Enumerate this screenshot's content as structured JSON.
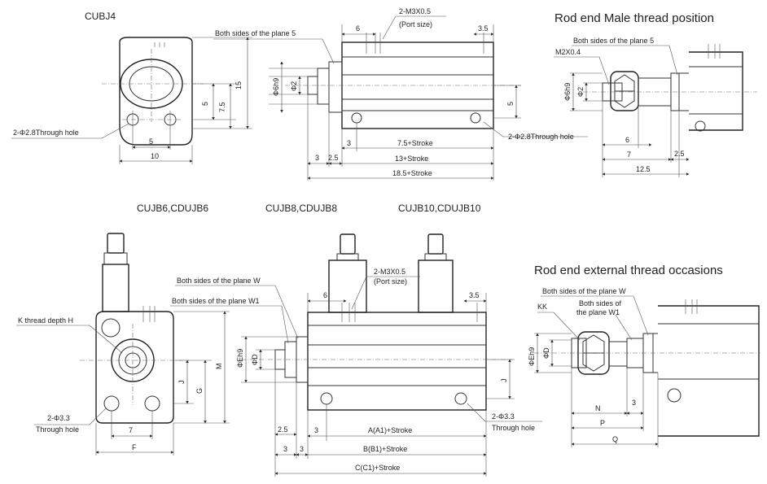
{
  "titles": {
    "cubj4": "CUBJ4",
    "male_thread": "Rod end Male thread position",
    "cujb6": "CUJB6,CDUJB6",
    "cujb8": "CUJB8,CDUJB8",
    "cujb10": "CUJB10,CDUJB10",
    "external_thread": "Rod end external thread occasions"
  },
  "labels": {
    "through_hole_28": "2-Φ2.8Through hole",
    "through_hole_28_right": "2-Φ2.8Through hole",
    "plane5": "Both sides of the plane 5",
    "plane5_right": "Both sides of the plane 5",
    "port_m3": "2-M3X0.5",
    "port_size": "(Port size)",
    "port_m3_b": "2-M3X0.5",
    "port_size_b": "(Port size)",
    "m2": "M2X0.4",
    "k_thread": "K thread depth H",
    "hole33_a": "2-Φ3.3",
    "through_a": "Through hole",
    "hole33_b": "2-Φ3.3",
    "through_b": "Through hole",
    "plane_w": "Both sides of the plane W",
    "plane_w1": "Both sides of the plane W1",
    "plane_w_r": "Both sides of the plane W",
    "plane_w1_r1": "Both sides of",
    "plane_w1_r2": "the plane W1",
    "kk": "KK"
  },
  "dims": {
    "d15": "15",
    "d75": "7.5",
    "d5v": "5",
    "d5h": "5",
    "d10": "10",
    "d6": "6",
    "d35": "3.5",
    "phi6h9": "Φ6h9",
    "phi2": "Φ2",
    "d5r": "5",
    "d3": "3",
    "d25": "2.5",
    "d3s": "3",
    "stroke75": "7.5+Stroke",
    "stroke13": "13+Stroke",
    "stroke185": "18.5+Stroke",
    "m_phi6h9": "Φ6h9",
    "m_phi2": "Φ2",
    "m6": "6",
    "m7": "7",
    "m25": "2.5",
    "m125": "12.5",
    "b_m": "M",
    "b_g": "G",
    "b_j": "J",
    "b_7": "7",
    "b_f": "F",
    "c_6": "6",
    "c_35": "3.5",
    "c_phieh9": "ΦEh9",
    "c_phid": "ΦD",
    "c_j": "J",
    "c_25": "2.5",
    "c_3": "3",
    "c_3a": "3",
    "c_3b": "3",
    "c_a": "A(A1)+Stroke",
    "c_b": "B(B1)+Stroke",
    "c_c": "C(C1)+Stroke",
    "e_phieh9": "ΦEh9",
    "e_phid": "ΦD",
    "e_n": "N",
    "e_3": "3",
    "e_p": "P",
    "e_q": "Q"
  }
}
